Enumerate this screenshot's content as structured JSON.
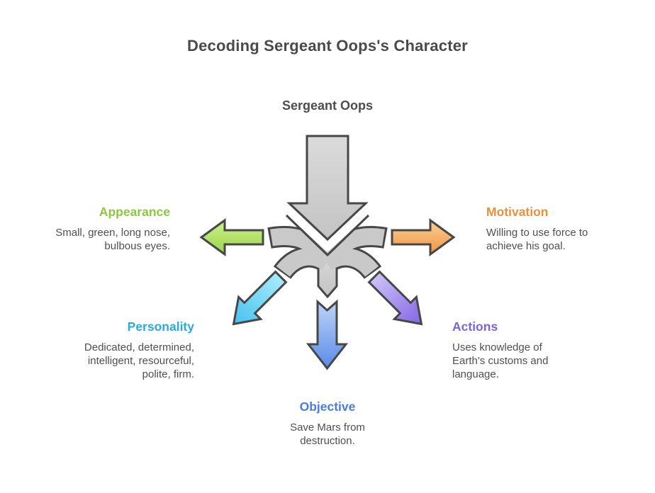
{
  "title": "Decoding Sergeant Oops's Character",
  "center_label": "Sergeant Oops",
  "sections": {
    "appearance": {
      "label": "Appearance",
      "color": "#8DC63F",
      "arrow_from": "#CFF28B",
      "arrow_to": "#9AD34B",
      "lines": [
        "Small, green, long nose,",
        "bulbous eyes."
      ]
    },
    "motivation": {
      "label": "Motivation",
      "color": "#E8913C",
      "arrow_from": "#FBD09C",
      "arrow_to": "#F0953F",
      "lines": [
        "Willing to use force to",
        "achieve his goal."
      ]
    },
    "personality": {
      "label": "Personality",
      "color": "#29ABE2",
      "arrow_from": "#A8EAFC",
      "arrow_to": "#45C2F1",
      "lines": [
        "Dedicated, determined,",
        "intelligent, resourceful,",
        "polite, firm."
      ]
    },
    "actions": {
      "label": "Actions",
      "color": "#7C63DF",
      "arrow_from": "#CDC1F8",
      "arrow_to": "#8266E4",
      "lines": [
        "Uses knowledge of",
        "Earth's customs and",
        "language."
      ]
    },
    "objective": {
      "label": "Objective",
      "color": "#4A7CE0",
      "arrow_from": "#BED4F6",
      "arrow_to": "#598BE8",
      "lines": [
        "Save Mars from",
        "destruction."
      ]
    }
  },
  "diagram": {
    "funnel_light": "#DBDBDB",
    "funnel_dark": "#C3C3C3",
    "branch_color": "#C9C9C9",
    "outline_color": "#474747",
    "background": "#FFFFFF",
    "text_color": "#4F4F4F"
  }
}
